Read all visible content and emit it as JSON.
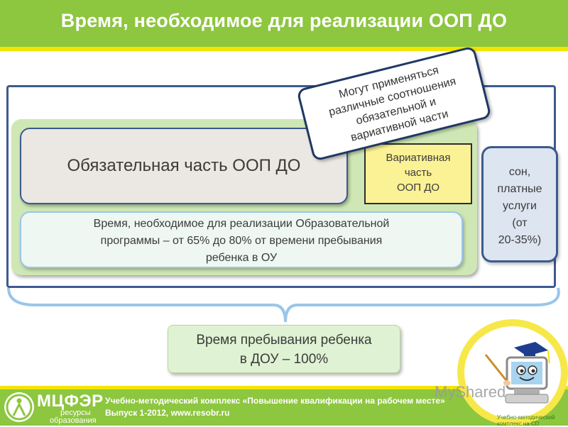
{
  "header": {
    "title": "Время, необходимое для реализации ООП ДО"
  },
  "callout": {
    "lines": [
      "Могут применяться",
      "различные соотношения",
      "обязательной и",
      "вариативной части"
    ]
  },
  "mandatory_part": {
    "label": "Обязательная часть ООП ДО"
  },
  "variative_part": {
    "lines": [
      "Вариативная",
      "часть",
      "ООП ДО"
    ]
  },
  "program_time": {
    "lines": [
      "Время, необходимое для реализации Образовательной",
      "программы  – от 65% до 80% от времени пребывания",
      "ребенка в ОУ"
    ]
  },
  "extra_services": {
    "lines": [
      "сон,",
      "платные",
      "услуги",
      "(от",
      "20-35%)"
    ]
  },
  "total_time": {
    "lines": [
      "Время пребывания ребенка",
      "в ДОУ – 100%"
    ]
  },
  "footer": {
    "logo_name": "МЦФЭР",
    "logo_sub1": "ресурсы",
    "logo_sub2": "образования",
    "line1": "Учебно-методический комплекс «Повышение квалификации на рабочем месте»",
    "line2": "Выпуск 1-2012, www.resobr.ru"
  },
  "mascot": {
    "ring_text": "Учебно-методический комплекс на CD"
  },
  "watermark": "MyShared",
  "colors": {
    "green": "#8dc63f",
    "yellow": "#f2e500",
    "navy": "#3c5a8f",
    "variative_fill": "#fbf195"
  },
  "icons": {
    "mascot": "computer-mascot-icon",
    "logo": "mcfer-logo-icon",
    "brace": "curly-brace-icon"
  }
}
